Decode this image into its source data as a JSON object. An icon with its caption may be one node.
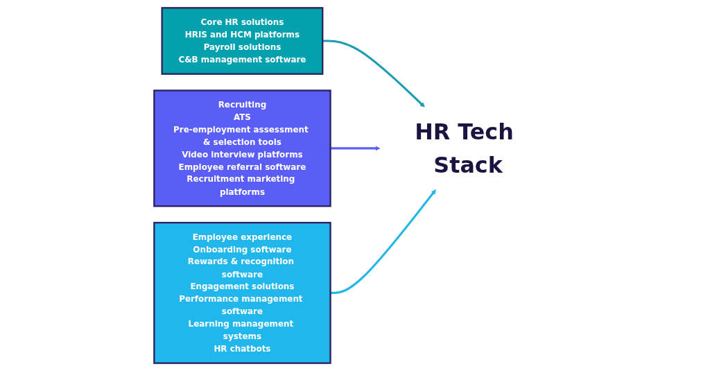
{
  "diagram": {
    "nodes": [
      {
        "text": [
          "Core HR solutions",
          "HRIS and HCM platforms",
          "Payroll solutions",
          "C&B management software"
        ]
      },
      {
        "text": [
          "Recruiting",
          "ATS",
          "Pre-employment assessment & selection tools",
          "Video interview platforms",
          "Employee referral software",
          "Recruitment marketing platforms"
        ]
      },
      {
        "text": [
          "Employee experience",
          "Onboarding software",
          "Rewards & recognition software",
          "Engagement solutions",
          "Performance management software",
          "Learning management systems",
          "HR chatbots"
        ]
      },
      {
        "text": [
          "HR Tech Stack"
        ]
      }
    ],
    "edges": [
      {
        "from": 0,
        "to": 3,
        "arrow": "to",
        "color": "#1a9db3"
      },
      {
        "from": 1,
        "to": 3,
        "arrow": "to",
        "color": "#5b5ef6"
      },
      {
        "from": 2,
        "to": 3,
        "arrow": "to",
        "color": "#22b7ec"
      }
    ]
  }
}
